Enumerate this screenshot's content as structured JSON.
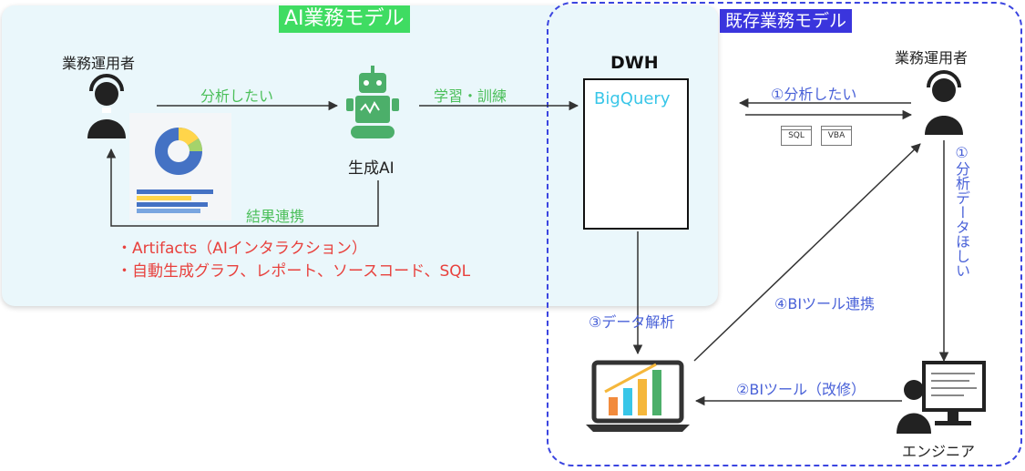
{
  "sections": {
    "ai_model_title": "AI業務モデル",
    "legacy_model_title": "既存業務モデル"
  },
  "ai_model": {
    "operator_label": "業務運用者",
    "flow_ask": "分析したい",
    "flow_train": "学習・訓練",
    "genai_label": "生成AI",
    "flow_result": "結果連携",
    "bullets": [
      "・Artifacts（AIインタラクション）",
      "・自動生成グラフ、レポート、ソースコード、SQL"
    ]
  },
  "dwh": {
    "title": "DWH",
    "product": "BigQuery"
  },
  "legacy_model": {
    "operator_label": "業務運用者",
    "step1_ask": "①分析したい",
    "tag_sql": "SQL",
    "tag_vba": "VBA",
    "step1_want_data": "①分析データほしい",
    "step3_analysis": "③データ解析",
    "step4_bi_link": "④BIツール連携",
    "step2_bi_tool": "②BIツール（改修）",
    "engineer_label": "エンジニア"
  },
  "colors": {
    "ai_title_bg": "#3fdc62",
    "legacy_title_bg": "#3a35dd",
    "green_text": "#4bbf5a",
    "blue_text": "#4a62d8",
    "red_text": "#e8413d",
    "robot": "#4caf6a",
    "cylinder": "#38c6e8"
  }
}
